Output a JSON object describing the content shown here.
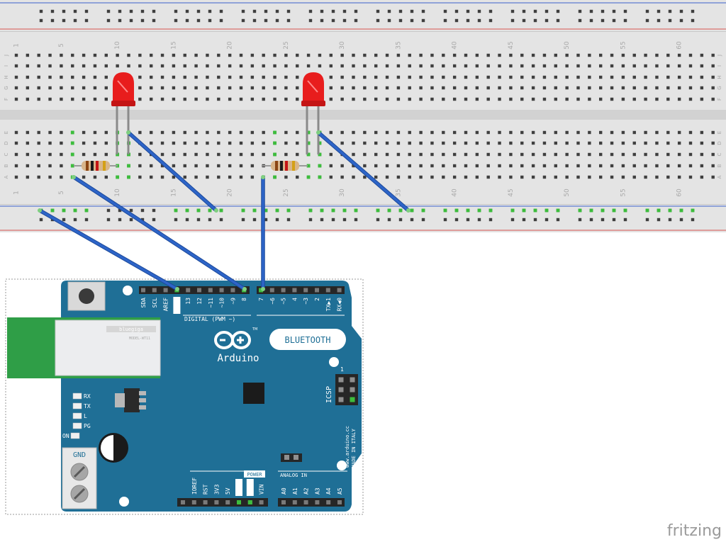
{
  "breadboard": {
    "column_numbers": [
      "1",
      "5",
      "10",
      "15",
      "20",
      "25",
      "30",
      "35",
      "40",
      "45",
      "50",
      "55",
      "60"
    ],
    "rows_top": [
      "J",
      "I",
      "H",
      "G",
      "F"
    ],
    "rows_bottom": [
      "E",
      "D",
      "C",
      "B",
      "A"
    ]
  },
  "arduino": {
    "top_header_labels": [
      "SDA",
      "SCL",
      "AREF",
      "GND",
      "13",
      "12",
      "~11",
      "~10",
      "~9",
      "8",
      "7",
      "~6",
      "~5",
      "4",
      "~3",
      "2",
      "TX▶1",
      "RX◀0"
    ],
    "digital_label": "DIGITAL (PWM ~)",
    "brand": "Arduino",
    "bluetooth_label": "BLUETOOTH",
    "module_text": "MODEL-WT11",
    "module_brand": "bluegiga",
    "led_labels": [
      "RX",
      "TX",
      "L",
      "PG",
      "ON"
    ],
    "gnd_terminal_label": "GND",
    "icsp_label": "ICSP",
    "icsp_pin_number": "1",
    "url_text": "www.arduino.cc",
    "made_in": "MADE IN ITALY",
    "power_label": "POWER",
    "analog_label": "ANALOG IN",
    "power_pins": [
      "IOREF",
      "RST",
      "3V3",
      "5V",
      "GND",
      "GND",
      "VIN"
    ],
    "analog_pins": [
      "A0",
      "A1",
      "A2",
      "A3",
      "A4",
      "A5"
    ]
  },
  "components": {
    "leds": [
      {
        "color": "red"
      },
      {
        "color": "red"
      }
    ],
    "resistors": 2,
    "wires": 5
  },
  "colors": {
    "board": "#1f6f96",
    "wire": "#2d64c8",
    "led": "#e81d1d",
    "breadboard": "#e4e4e4",
    "rail_red": "#d9534f",
    "rail_blue": "#3a5fcd",
    "active_hole": "#3dbd3d"
  },
  "watermark": "fritzing"
}
